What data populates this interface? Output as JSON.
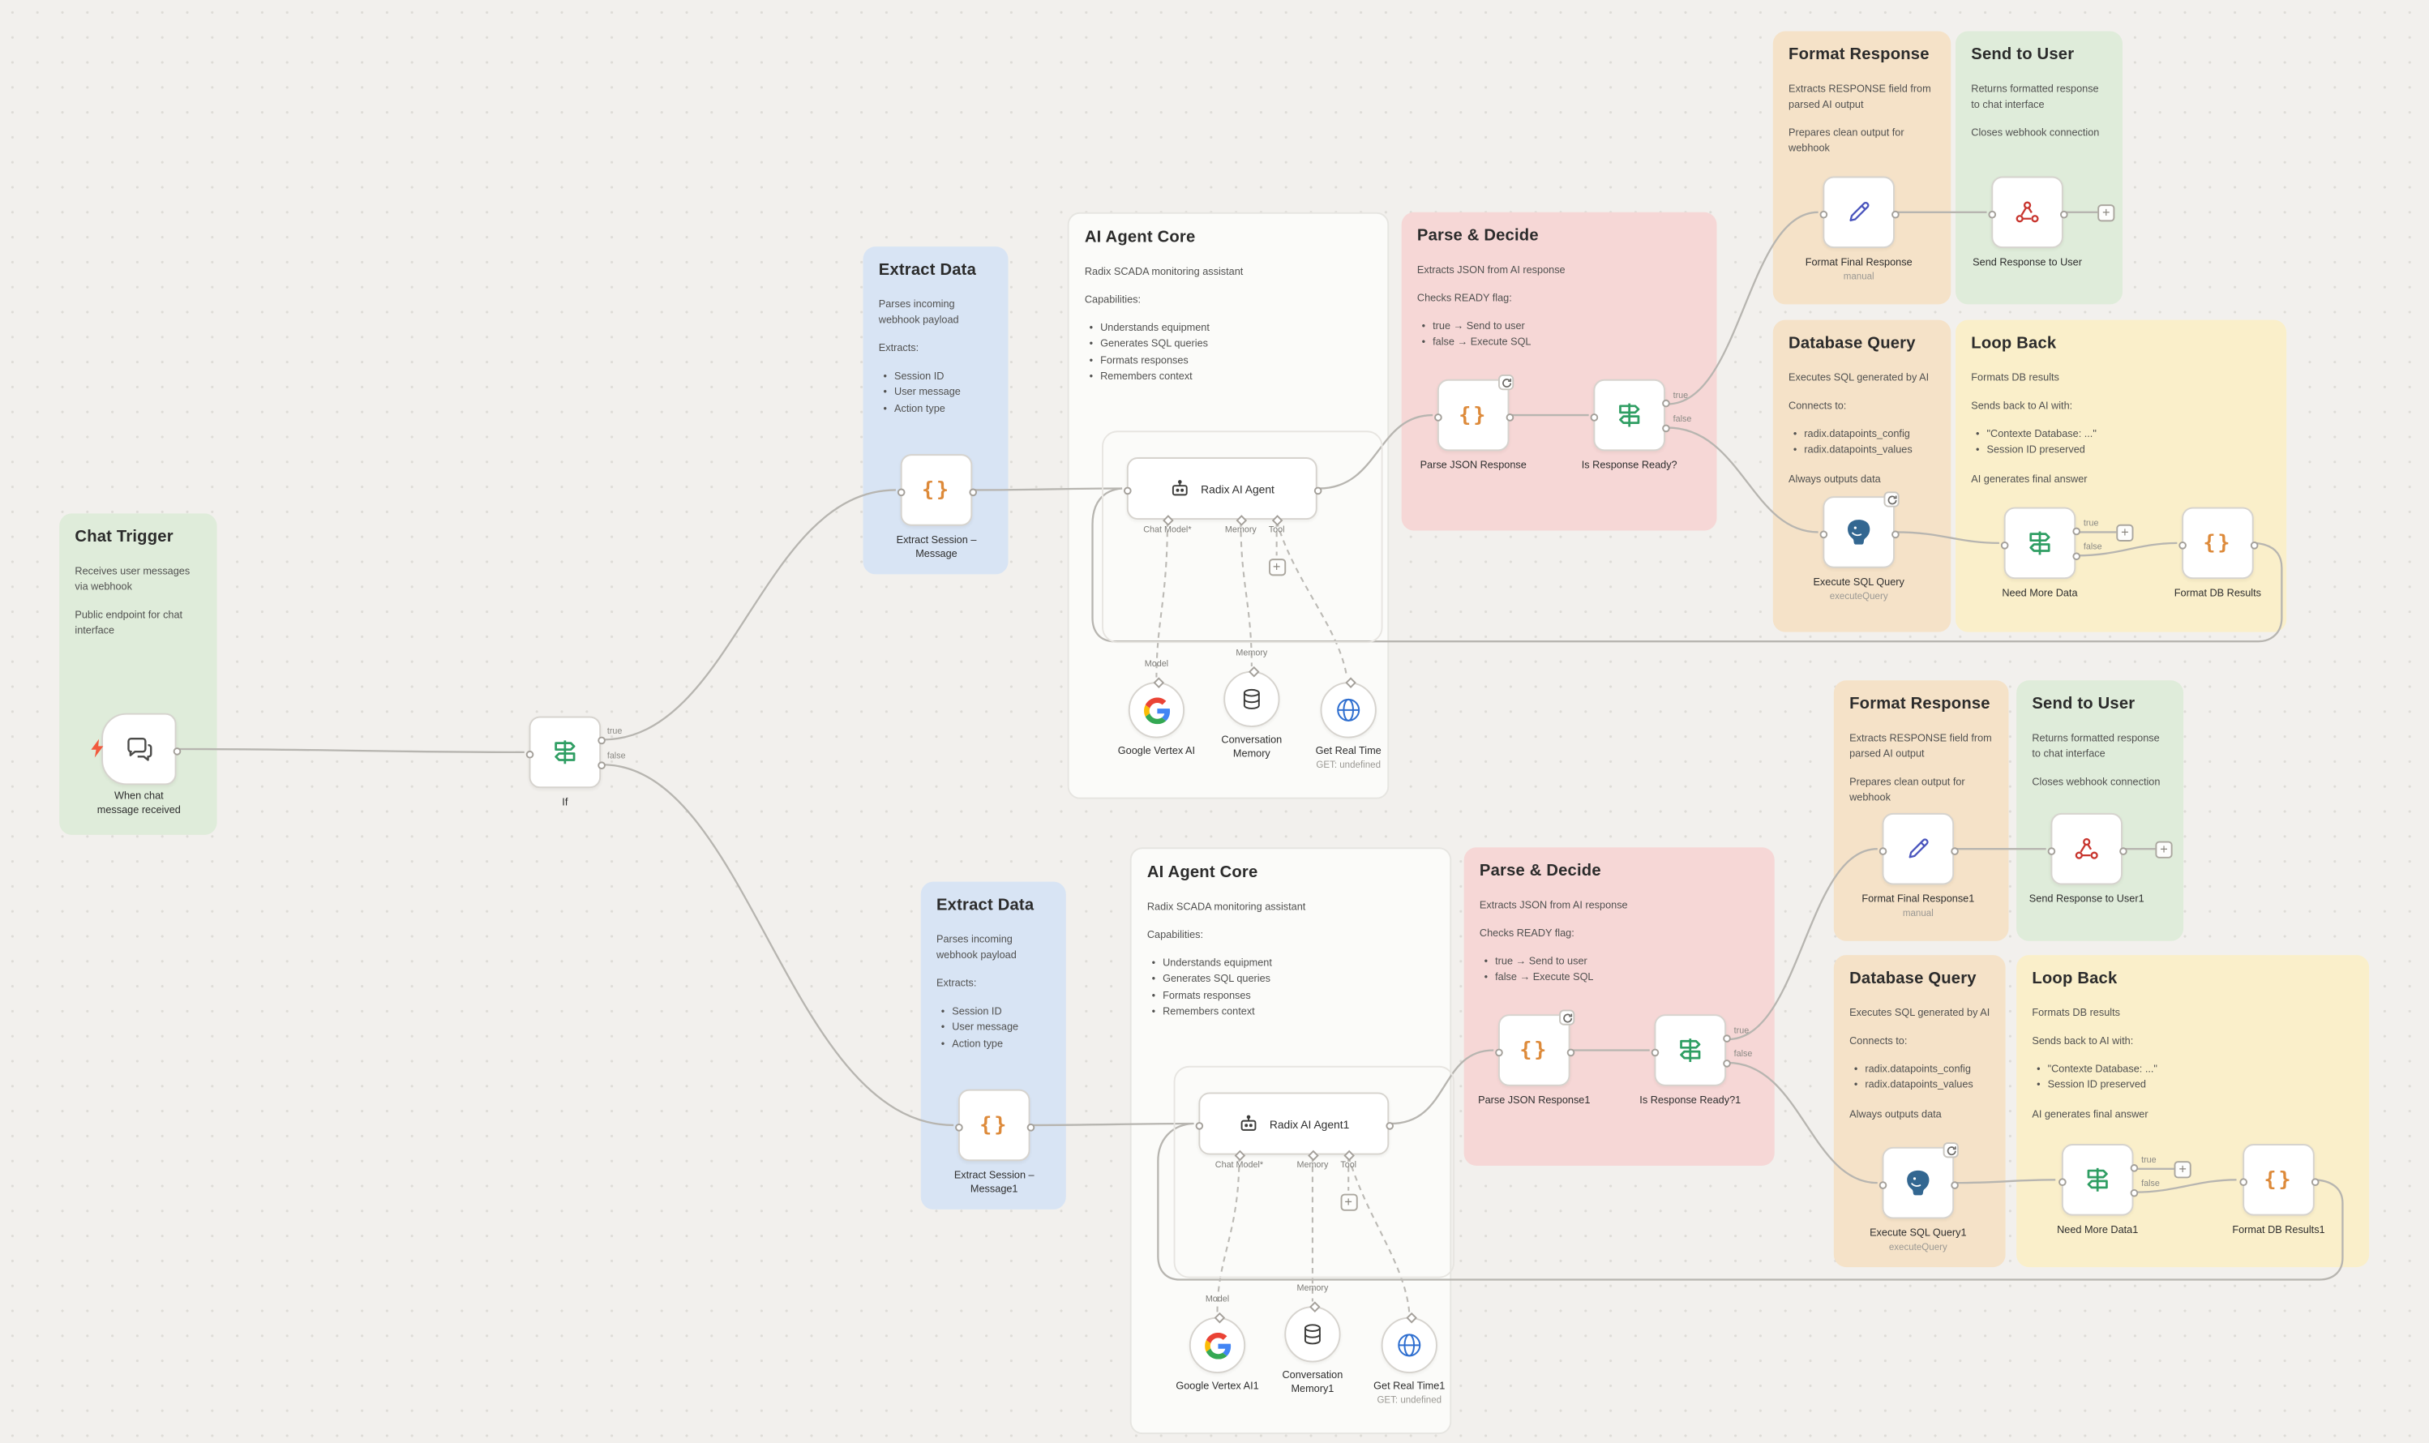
{
  "edge_labels": {
    "t": "true",
    "f": "false"
  },
  "glyphs": {
    "plus": "+",
    "braces": "{}"
  },
  "colors": {
    "canvas": "#f2f0ed",
    "sticky_green": "#dfecda",
    "sticky_blue": "#d8e4f4",
    "sticky_pink": "#f6d7d6",
    "sticky_tan": "#f5e2c8",
    "sticky_yellow": "#faefca",
    "wire": "#b7b5b0",
    "code_icon": "#dd8a3a",
    "branch_icon": "#2f9e63",
    "pencil_icon": "#4a55bd",
    "webhook_icon": "#c8352e",
    "postgres_icon": "#336791",
    "bolt_icon": "#f15a3e"
  },
  "icons": {
    "chat": "chat-bubbles-icon",
    "bolt": "lightning-bolt-icon",
    "branch": "map-signs-icon",
    "code": "curly-braces-icon",
    "robot": "robot-icon",
    "google": "google-g-icon",
    "database": "database-cylinder-icon",
    "globe": "globe-icon",
    "pencil": "pencil-icon",
    "webhook": "webhook-icon",
    "postgres": "postgres-elephant-icon",
    "refresh": "refresh-badge-icon"
  },
  "stickies": {
    "chat_trigger": {
      "title": "Chat Trigger",
      "p1": "Receives user messages via webhook",
      "p2": "Public endpoint for chat interface"
    },
    "extract_data": {
      "title": "Extract Data",
      "p1": "Parses incoming webhook payload",
      "p2": "Extracts:",
      "bullets": [
        "Session ID",
        "User message",
        "Action type"
      ]
    },
    "ai_agent_core": {
      "title": "AI Agent Core",
      "p1": "Radix SCADA monitoring assistant",
      "p2": "Capabilities:",
      "bullets": [
        "Understands equipment",
        "Generates SQL queries",
        "Formats responses",
        "Remembers context"
      ]
    },
    "parse_decide": {
      "title": "Parse & Decide",
      "p1": "Extracts JSON from AI response",
      "p2": "Checks READY flag:",
      "bullets": [
        "true → Send to user",
        "false → Execute SQL"
      ]
    },
    "format_response": {
      "title": "Format Response",
      "p1": "Extracts RESPONSE field from parsed AI output",
      "p2": "Prepares clean output for webhook"
    },
    "send_to_user": {
      "title": "Send to User",
      "p1": "Returns formatted response to chat interface",
      "p2": "Closes webhook connection"
    },
    "database_query": {
      "title": "Database Query",
      "p1": "Executes SQL generated by AI",
      "p2": "Connects to:",
      "bullets": [
        "radix.datapoints_config",
        "radix.datapoints_values"
      ],
      "p3": "Always outputs data"
    },
    "loop_back": {
      "title": "Loop Back",
      "p1": "Formats DB results",
      "p2": "Sends back to AI with:",
      "bullets": [
        "\"Contexte Database: ...\"",
        "Session ID preserved"
      ],
      "p3": "AI generates final answer"
    }
  },
  "nodes": {
    "chat_trigger": {
      "label": "When chat message received"
    },
    "if": {
      "label": "If"
    },
    "extract": {
      "label": "Extract Session – Message"
    },
    "extract1": {
      "label": "Extract Session – Message1"
    },
    "agent": {
      "label": "Radix AI Agent"
    },
    "agent1": {
      "label": "Radix AI Agent1"
    },
    "parse_json": {
      "label": "Parse JSON Response"
    },
    "parse_json1": {
      "label": "Parse JSON Response1"
    },
    "is_ready": {
      "label": "Is Response Ready?"
    },
    "is_ready1": {
      "label": "Is Response Ready?1"
    },
    "format_final": {
      "label": "Format Final Response",
      "sub": "manual"
    },
    "format_final1": {
      "label": "Format Final Response1",
      "sub": "manual"
    },
    "send_resp": {
      "label": "Send Response to User"
    },
    "send_resp1": {
      "label": "Send Response to User1"
    },
    "exec_sql": {
      "label": "Execute SQL Query",
      "sub": "executeQuery"
    },
    "exec_sql1": {
      "label": "Execute SQL Query1",
      "sub": "executeQuery"
    },
    "need_more": {
      "label": "Need More Data"
    },
    "need_more1": {
      "label": "Need More Data1"
    },
    "format_db": {
      "label": "Format DB Results"
    },
    "format_db1": {
      "label": "Format DB Results1"
    },
    "vertex": {
      "label": "Google Vertex AI"
    },
    "vertex1": {
      "label": "Google Vertex AI1"
    },
    "conv_mem": {
      "label": "Conversation Memory"
    },
    "conv_mem1": {
      "label": "Conversation Memory1"
    },
    "get_rt": {
      "label": "Get Real Time",
      "sub": "GET: undefined"
    },
    "get_rt1": {
      "label": "Get Real Time1",
      "sub": "GET: undefined"
    }
  },
  "ports": {
    "chat_model": "Chat Model*",
    "memory": "Memory",
    "tool": "Tool",
    "model_above": "Model",
    "memory_above": "Memory"
  }
}
